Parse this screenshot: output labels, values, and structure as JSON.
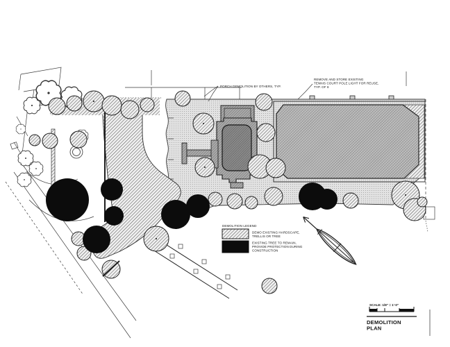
{
  "annotations": {
    "porch": "PORCH DEMOLITION BY OTHERS, TYP.",
    "tennis_light": {
      "line1": "REMOVE AND STORE EXISTING",
      "line2": "TENNIS COURT POLE LIGHT FOR REUSE,",
      "line3": "TYP. OF 8"
    }
  },
  "legend": {
    "title": "DEMOLITION LEGEND",
    "items": [
      {
        "swatch": "diagonal-hatch",
        "line1": "DEMO EXISTING HARDSCAPE,",
        "line2": "TRELLIS OR TREE",
        "line3": ""
      },
      {
        "swatch": "solid-black",
        "line1": "EXISTING TREE TO REMAIN,",
        "line2": "PROVIDE PROTECTION DURING",
        "line3": "CONSTRUCTION"
      }
    ]
  },
  "title_block": {
    "scale_label": "SCALE: 1/8\" = 1'-0\"",
    "title_line1": "DEMOLITION",
    "title_line2": "PLAN"
  },
  "colors": {
    "ink": "#1a1a1a",
    "paper": "#ffffff",
    "tree_remain_fill": "#0c0c0c"
  }
}
